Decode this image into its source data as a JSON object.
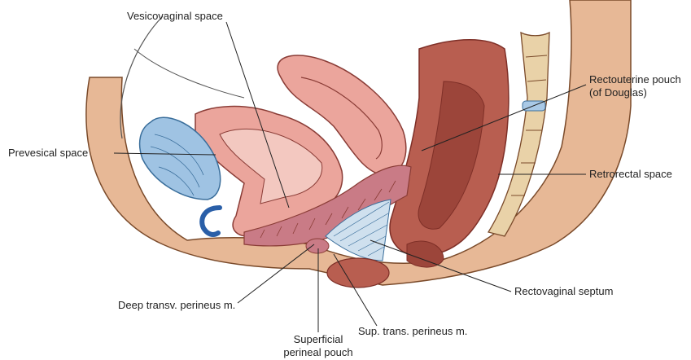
{
  "labels": {
    "vesicovaginal": "Vesicovaginal space",
    "prevesical": "Prevesical space",
    "rectouterine_1": "Rectouterine pouch",
    "rectouterine_2": "(of Douglas)",
    "retrorectal": "Retrorectal space",
    "deep_transv": "Deep transv. perineus m.",
    "rectovaginal": "Rectovaginal septum",
    "sup_trans": "Sup. trans. perineus m.",
    "superficial_1": "Superficial",
    "superficial_2": "perineal pouch"
  },
  "colors": {
    "skin": "#e7b896",
    "skin_outline": "#7a4a2a",
    "bladder": "#9fc3e3",
    "bladder_outline": "#3a6e9b",
    "uterus": "#eba59c",
    "uterus_outline": "#8a3c36",
    "rectum": "#b85e50",
    "rectum_dark": "#7e2f27",
    "vagina_muscle": "#c97b86",
    "bone": "#e9d2a8",
    "disc": "#a9c9e6",
    "fascia": "#cfe0ee",
    "tube": "#2a5fa8"
  }
}
